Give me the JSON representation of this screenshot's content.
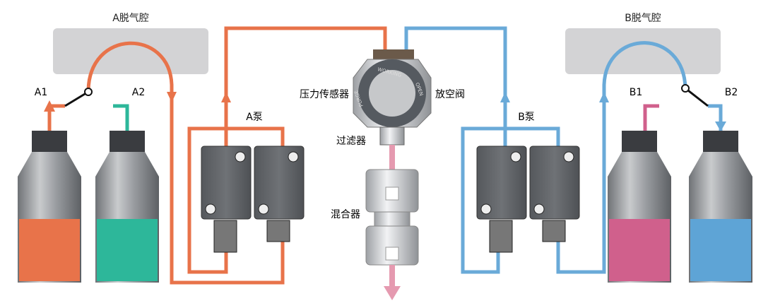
{
  "labels": {
    "degasser_a": "A脱气腔",
    "degasser_b": "B脱气腔",
    "a1": "A1",
    "a2": "A2",
    "b1": "B1",
    "b2": "B2",
    "pump_a": "A泵",
    "pump_b": "B泵",
    "pressure_sensor": "压力传感器",
    "purge_valve": "放空阀",
    "filter": "过滤器",
    "mixer": "混合器"
  },
  "valve_ring": {
    "working": "WORKING",
    "open": "OPEN",
    "purge": "PURGE"
  },
  "colors": {
    "a_line": "#e8734a",
    "b_line": "#6aaad8",
    "a1_liquid": "#e8734a",
    "a2_liquid": "#2db79a",
    "b1_liquid": "#d0608c",
    "b2_liquid": "#5ea4d6",
    "outlet": "#e59ab0",
    "chamber": "#d3d3d5"
  }
}
